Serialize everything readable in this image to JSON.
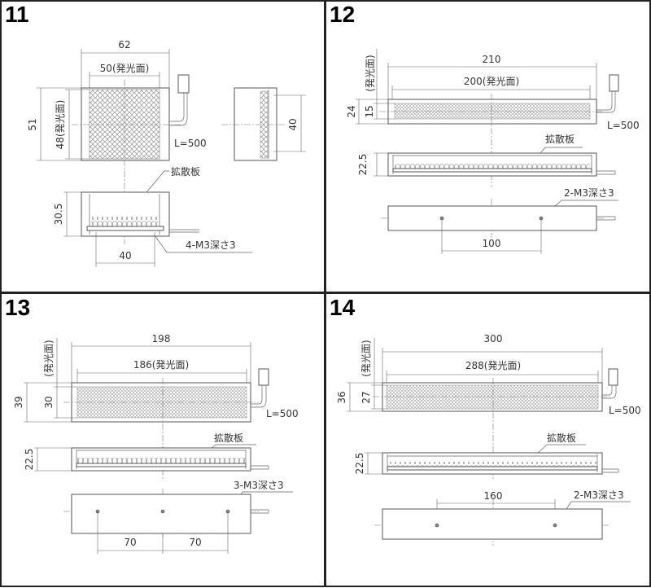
{
  "panels": [
    {
      "number": "11",
      "width_total": "62",
      "width_emit": "50(発光面)",
      "height_total": "51",
      "height_emit": "48(発光面)",
      "side_dim": "40",
      "cable": "L=500",
      "diffuser": "拡散板",
      "depth": "30.5",
      "holes": "4-M3深さ3",
      "hole_spacing": [
        "40"
      ]
    },
    {
      "number": "12",
      "width_total": "210",
      "width_emit": "200(発光面)",
      "emit_label": "(発光面)",
      "height_total": "24",
      "height_emit": "15",
      "cable": "L=500",
      "diffuser": "拡散板",
      "depth": "22.5",
      "holes": "2-M3深さ3",
      "hole_spacing": [
        "100"
      ]
    },
    {
      "number": "13",
      "width_total": "198",
      "width_emit": "186(発光面)",
      "emit_label": "(発光面)",
      "height_total": "39",
      "height_emit": "30",
      "cable": "L=500",
      "diffuser": "拡散板",
      "depth": "22.5",
      "holes": "3-M3深さ3",
      "hole_spacing": [
        "70",
        "70"
      ]
    },
    {
      "number": "14",
      "width_total": "300",
      "width_emit": "288(発光面)",
      "emit_label": "(発光面)",
      "height_total": "36",
      "height_emit": "27",
      "cable": "L=500",
      "diffuser": "拡散板",
      "depth": "22.5",
      "holes": "2-M3深さ3",
      "hole_spacing": [
        "160"
      ]
    }
  ]
}
